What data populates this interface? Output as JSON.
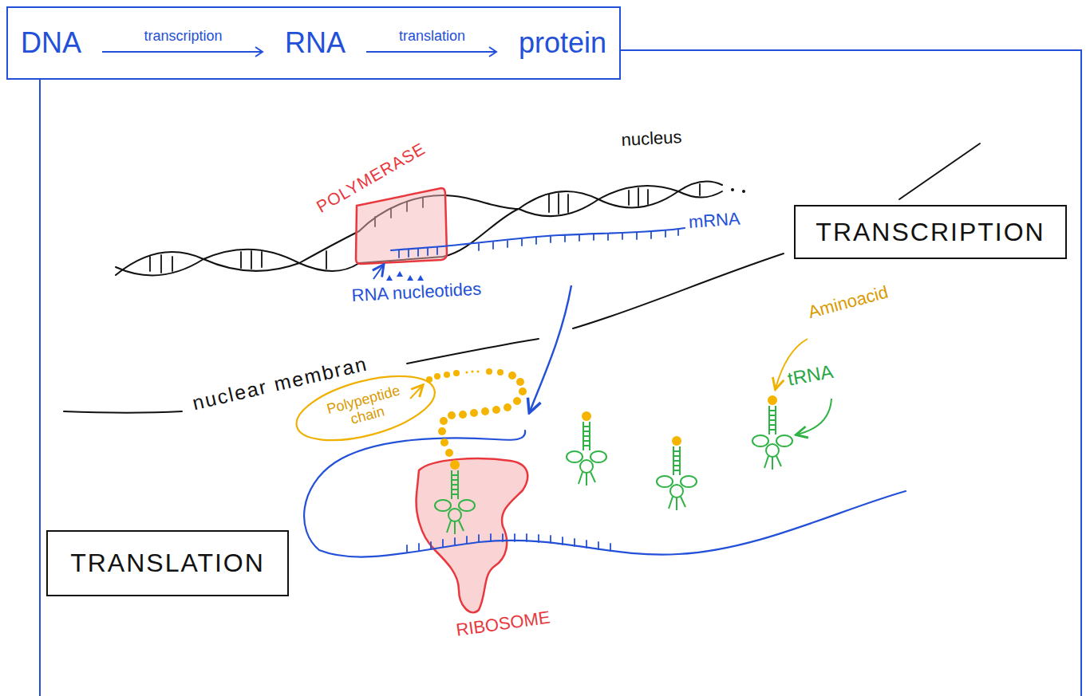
{
  "diagram": {
    "nodes": [
      {
        "text": [
          "DNA",
          "transcription",
          "RNA",
          "translation",
          "protein"
        ]
      },
      {
        "text": [
          "TRANSCRIPTION"
        ]
      },
      {
        "text": [
          "Polypeptide chain"
        ]
      },
      {
        "text": [
          "TRANSLATION"
        ]
      }
    ],
    "labels": [
      "nucleus",
      "POLYMERASE",
      "mRNA",
      "RNA nucleotides",
      "Aminoacid",
      "tRNA",
      "nuclear membran",
      "RIBOSOME"
    ]
  }
}
